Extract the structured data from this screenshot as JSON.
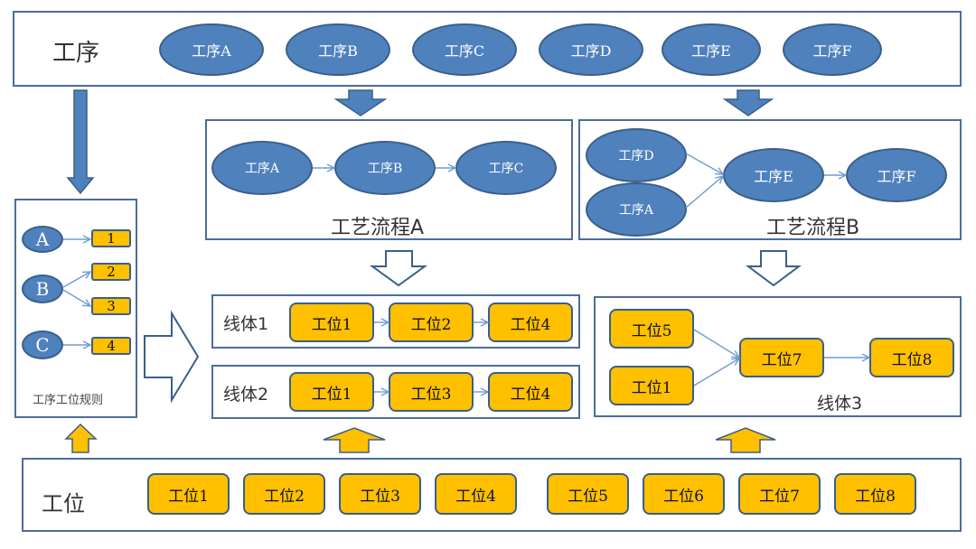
{
  "processes": {
    "title": "工序",
    "items": [
      "工序A",
      "工序B",
      "工序C",
      "工序D",
      "工序E",
      "工序F"
    ]
  },
  "flow_a": {
    "title": "工艺流程A",
    "nodes": [
      "工序A",
      "工序B",
      "工序C"
    ]
  },
  "flow_b": {
    "title": "工艺流程B",
    "nodes": [
      "工序D",
      "工序A",
      "工序E",
      "工序F"
    ]
  },
  "rules": {
    "title": "工序工位规则",
    "processes": [
      "A",
      "B",
      "C"
    ],
    "stations": [
      "1",
      "2",
      "3",
      "4"
    ]
  },
  "line1": {
    "title": "线体1",
    "stations": [
      "工位1",
      "工位2",
      "工位4"
    ]
  },
  "line2": {
    "title": "线体2",
    "stations": [
      "工位1",
      "工位3",
      "工位4"
    ]
  },
  "line3": {
    "title": "线体3",
    "stations": [
      "工位5",
      "工位1",
      "工位7",
      "工位8"
    ]
  },
  "stations": {
    "title": "工位",
    "items": [
      "工位1",
      "工位2",
      "工位3",
      "工位4",
      "工位5",
      "工位6",
      "工位7",
      "工位8"
    ]
  },
  "colors": {
    "process_fill": "#4f81bd",
    "station_fill": "#ffc000",
    "border": "#4a6e9a",
    "connector": "#6f9bd1"
  }
}
